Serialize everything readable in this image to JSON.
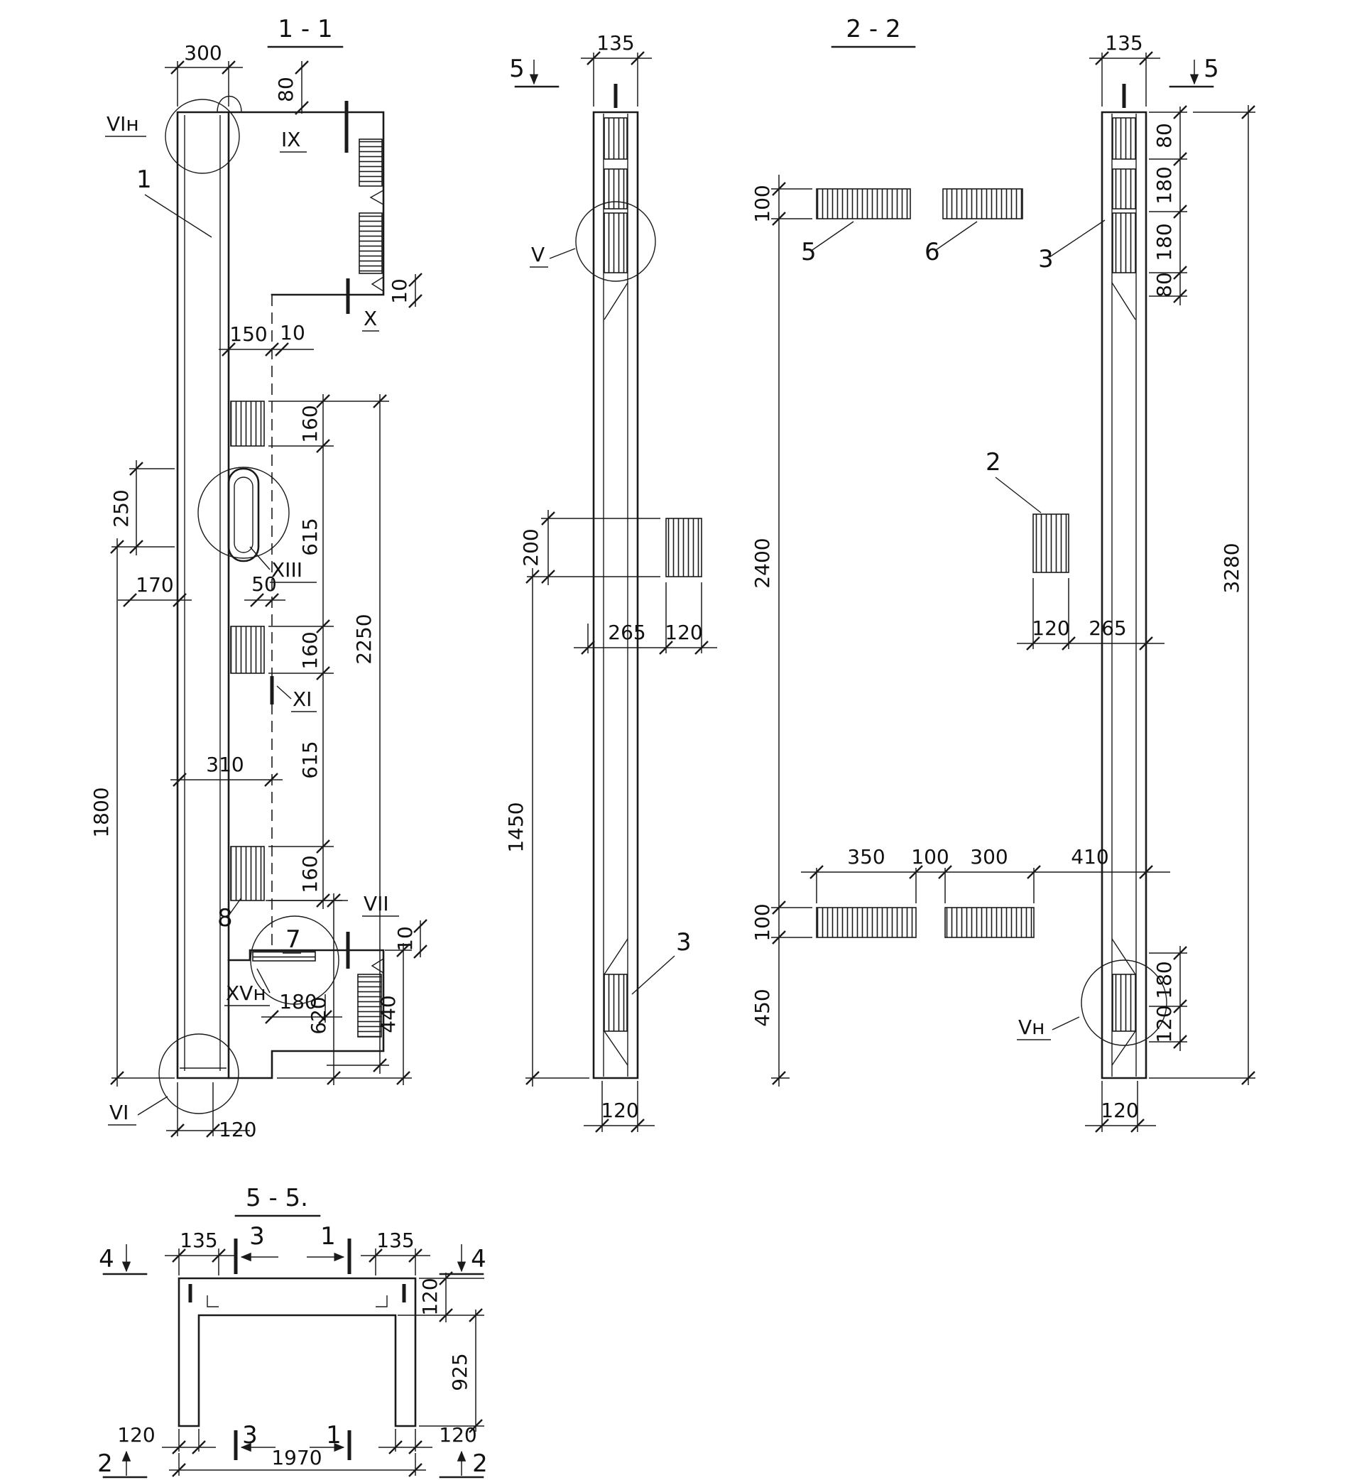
{
  "page": {
    "background": "#ffffff",
    "line_color": "#1a1a1a"
  },
  "sections": {
    "s11": {
      "title": "1 - 1",
      "labels": {
        "vin": "VIн",
        "n1": "1",
        "ix": "IX",
        "x": "X",
        "xiii": "XIII",
        "xi": "XI",
        "n8": "8",
        "n7": "7",
        "vii": "VII",
        "xvn": "XVн",
        "vi": "VI"
      },
      "dims": {
        "w300": "300",
        "w80": "80",
        "t10a": "10",
        "w150": "150",
        "t10b": "10",
        "h160a": "160",
        "h615a": "615",
        "h2250": "2250",
        "h160b": "160",
        "h615b": "615",
        "h160c": "160",
        "h250": "250",
        "w170": "170",
        "w50": "50",
        "w310": "310",
        "h1800": "1800",
        "t10c": "10",
        "w180": "180",
        "h440": "440",
        "h620": "620",
        "w120": "120"
      }
    },
    "s22": {
      "title": "2 - 2",
      "labels": {
        "v": "V",
        "vn": "Vн",
        "n2": "2",
        "n3l": "3",
        "n3r": "3",
        "n5": "5",
        "n6": "6",
        "cut5l": "5",
        "cut5r": "5"
      },
      "dims": {
        "w135l": "135",
        "w135r": "135",
        "h80a": "80",
        "h180a": "180",
        "h180b": "180",
        "h80b": "80",
        "h100t": "100",
        "h2400": "2400",
        "h100b": "100",
        "h450": "450",
        "h3280": "3280",
        "h200": "200",
        "h1450": "1450",
        "w265l": "265",
        "w120l": "120",
        "w120r": "120",
        "w265r": "265",
        "w350": "350",
        "w100": "100",
        "w300": "300",
        "w410": "410",
        "w120bl": "120",
        "w120br": "120",
        "h180rb": "180",
        "h120rb": "120"
      }
    },
    "s55": {
      "title": "5 - 5.",
      "labels": {
        "cut4l": "4",
        "cut4r": "4",
        "cut3t": "3",
        "cut1t": "1",
        "cut3b": "3",
        "cut1b": "1",
        "cut2l": "2",
        "cut2r": "2"
      },
      "dims": {
        "w135l": "135",
        "w135r": "135",
        "t120": "120",
        "h925": "925",
        "w120bl": "120",
        "w120br": "120",
        "w1970": "1970"
      }
    }
  }
}
